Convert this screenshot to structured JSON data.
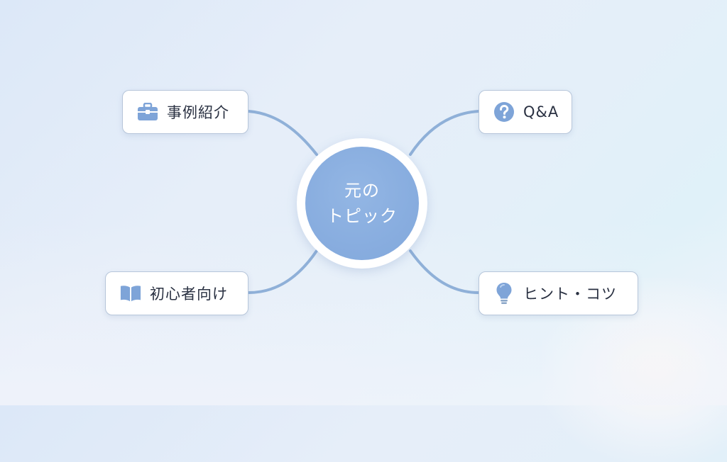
{
  "diagram": {
    "type": "mind-map",
    "center": {
      "line1": "元の",
      "line2": "トピック",
      "fill_color": "#8aaee0"
    },
    "branches": [
      {
        "position": "top-left",
        "icon": "briefcase-icon",
        "label": "事例紹介"
      },
      {
        "position": "top-right",
        "icon": "question-circle-icon",
        "label": "Q&A"
      },
      {
        "position": "bottom-left",
        "icon": "open-book-icon",
        "label": "初心者向け"
      },
      {
        "position": "bottom-right",
        "icon": "lightbulb-icon",
        "label": "ヒント・コツ"
      }
    ],
    "colors": {
      "accent": "#7ea4d8",
      "connector": "#8fb0d8",
      "node_border": "#b7c6da",
      "text": "#2a3142"
    }
  }
}
